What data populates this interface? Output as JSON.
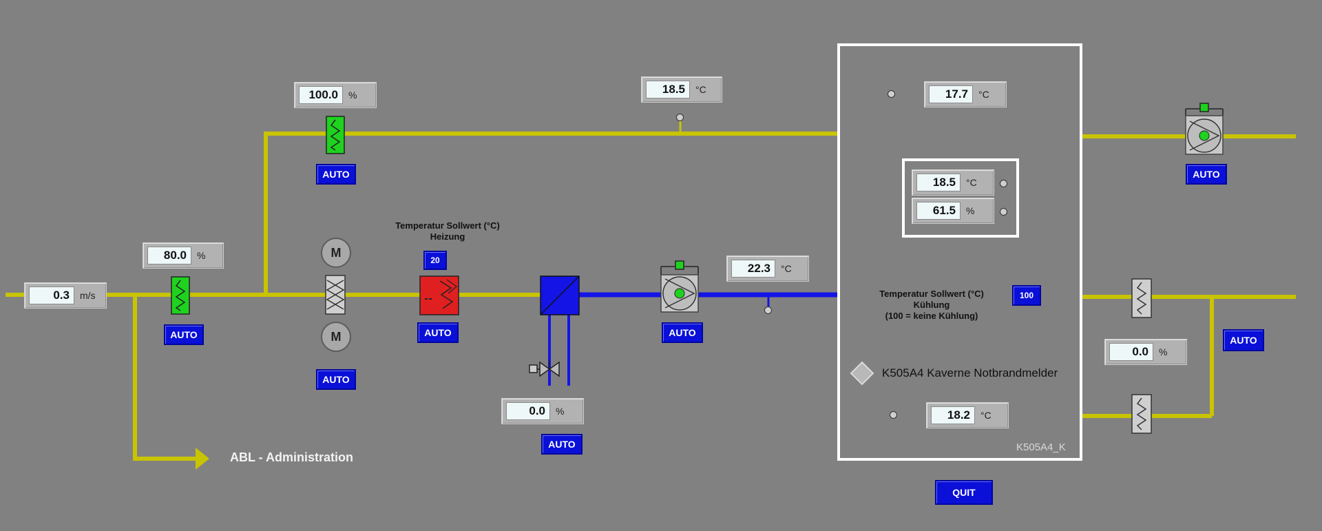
{
  "readouts": {
    "airflow": {
      "value": "0.3",
      "unit": "m/s"
    },
    "damper_left": {
      "value": "80.0",
      "unit": "%"
    },
    "damper_top": {
      "value": "100.0",
      "unit": "%"
    },
    "temp_top": {
      "value": "18.5",
      "unit": "°C"
    },
    "temp_supply": {
      "value": "22.3",
      "unit": "°C"
    },
    "valve_cooling": {
      "value": "0.0",
      "unit": "%"
    },
    "panel_temp_1": {
      "value": "17.7",
      "unit": "°C"
    },
    "panel_temp_room": {
      "value": "18.5",
      "unit": "°C"
    },
    "panel_humidity": {
      "value": "61.5",
      "unit": "%"
    },
    "panel_temp_2": {
      "value": "18.2",
      "unit": "°C"
    },
    "damper_right": {
      "value": "0.0",
      "unit": "%"
    }
  },
  "buttons": {
    "auto": "AUTO",
    "quit": "QUIT"
  },
  "heating": {
    "title_line1": "Temperatur Sollwert (°C)",
    "title_line2": "Heizung",
    "setpoint": "20"
  },
  "cooling": {
    "title_line1": "Temperatur Sollwert (°C)",
    "title_line2": "Kühlung",
    "title_line3": "(100 = keine Kühlung)",
    "setpoint": "100"
  },
  "motor_label": "M",
  "alarm_label": "K505A4 Kaverne Notbrandmelder",
  "panel_id": "K505A4_K",
  "branch_label": "ABL - Administration",
  "colors": {
    "background": "#818181",
    "duct": "#c9c400",
    "water": "#1414e6",
    "auto_button": "#0a10d8",
    "damper_open": "#1fd21f",
    "heater": "#e02020"
  }
}
